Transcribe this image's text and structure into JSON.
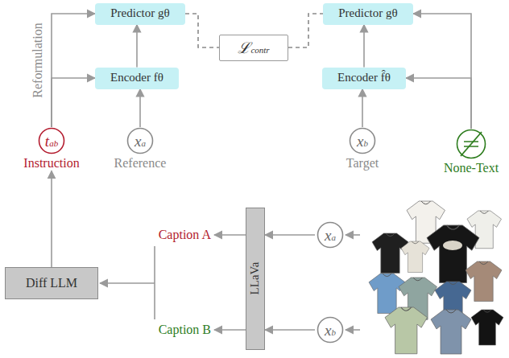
{
  "diagram": {
    "nodes": [
      {
        "text": [
          "Predictor gθ"
        ]
      },
      {
        "text": [
          "ℒcontr"
        ]
      },
      {
        "text": [
          "Predictor gθ"
        ]
      },
      {
        "text": [
          "Encoder fθ"
        ]
      },
      {
        "text": [
          "Encoder f̂θ"
        ]
      },
      {
        "text": [
          "tab",
          "Instruction"
        ]
      },
      {
        "text": [
          "xa",
          "Reference"
        ]
      },
      {
        "text": [
          "xb",
          "Target"
        ]
      },
      {
        "text": [
          "None-Text"
        ]
      },
      {
        "text": [
          "xa"
        ]
      },
      {
        "text": [
          "LLaVa"
        ]
      },
      {
        "text": [
          "xb"
        ]
      },
      {
        "text": [
          "Diff LLM"
        ]
      }
    ],
    "edges": [
      {
        "from": 3,
        "to": 0,
        "arrow": "to"
      },
      {
        "from": 5,
        "to": 0,
        "arrow": "to"
      },
      {
        "from": 5,
        "to": 3,
        "arrow": "to"
      },
      {
        "from": 6,
        "to": 3,
        "arrow": "to"
      },
      {
        "from": 0,
        "to": 1,
        "arrow": "none"
      },
      {
        "from": 1,
        "to": 2,
        "arrow": "none"
      },
      {
        "from": 4,
        "to": 2,
        "arrow": "to"
      },
      {
        "from": 7,
        "to": 4,
        "arrow": "to"
      },
      {
        "from": 8,
        "to": 2,
        "arrow": "to"
      },
      {
        "from": 8,
        "to": 4,
        "arrow": "to"
      },
      {
        "from": 9,
        "to": 10,
        "arrow": "to"
      },
      {
        "from": 11,
        "to": 10,
        "arrow": "to"
      },
      {
        "from": 12,
        "to": 5,
        "arrow": "to"
      }
    ],
    "labels": [
      "Reformulation",
      "Caption A",
      "Caption B"
    ]
  }
}
